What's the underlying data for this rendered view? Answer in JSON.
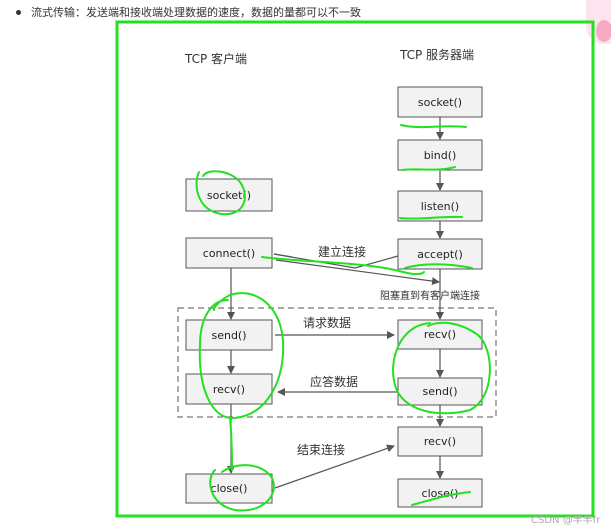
{
  "caption": "流式传输：发送端和接收端处理数据的速度，数据的量都可以不一致",
  "client_title": "TCP 客户端",
  "server_title": "TCP 服务器端",
  "client_boxes": [
    "socket()",
    "connect()",
    "send()",
    "recv()",
    "close()"
  ],
  "server_boxes": [
    "socket()",
    "bind()",
    "listen()",
    "accept()",
    "recv()",
    "send()",
    "recv()",
    "close()"
  ],
  "labels": {
    "establish": "建立连接",
    "block": "阻塞直到有客户端连接",
    "request": "请求数据",
    "response": "应答数据",
    "finish": "结束连接"
  },
  "watermark": "CSDN @羊羊fr",
  "colors": {
    "highlight": "#22e022",
    "box_fill": "#f2f2f2",
    "box_border": "#555555",
    "arrow": "#555555"
  }
}
